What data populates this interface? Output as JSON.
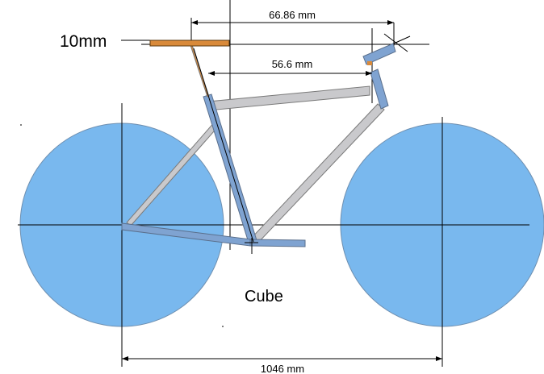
{
  "labels": {
    "frame_name": "Cube",
    "offset": "10mm",
    "dim_top": "66.86 mm",
    "dim_mid": "56.6 mm",
    "dim_wheelbase": "1046 mm"
  },
  "colors": {
    "wheel_fill": "#79b8ee",
    "wheel_stroke": "#6e8fb0",
    "tube_gray": "#c9c9cc",
    "tube_blue": "#7fa3d1",
    "tube_outline": "#5a6f8c",
    "saddle": "#d98a3a",
    "line": "#000000"
  }
}
